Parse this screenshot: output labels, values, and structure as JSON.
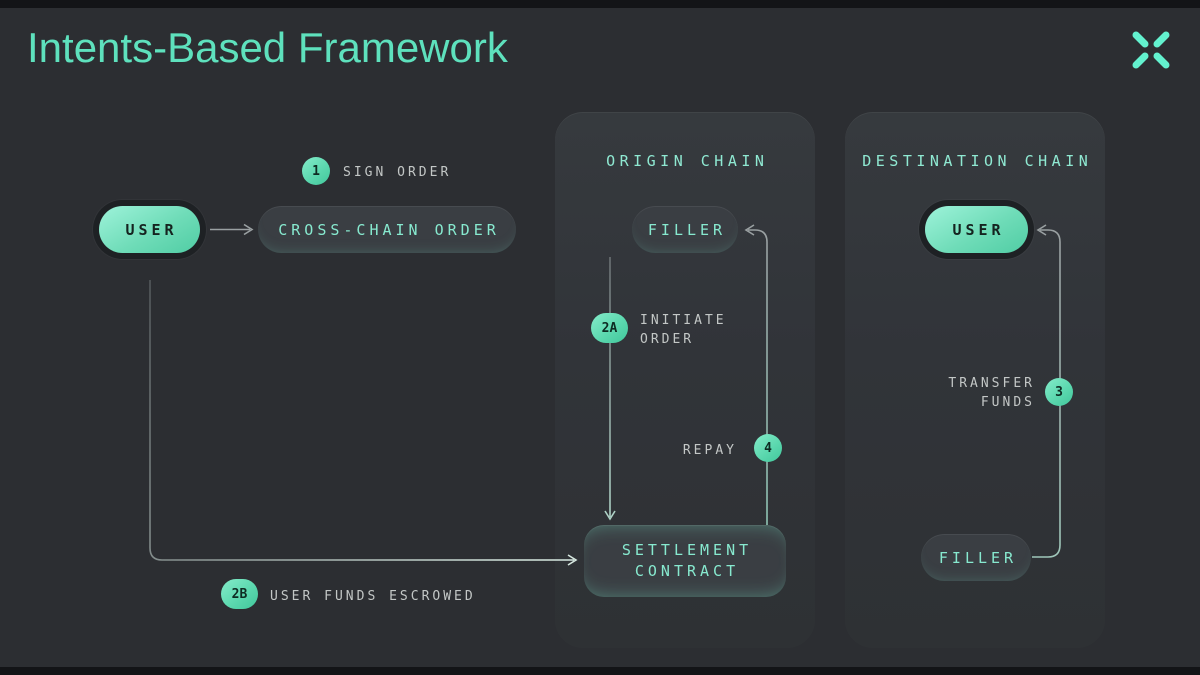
{
  "header": {
    "title": "Intents-Based Framework",
    "logo": "across-x-logo"
  },
  "flow": {
    "user_origin": "USER",
    "cross_chain_order": "CROSS-CHAIN ORDER",
    "settlement": {
      "line1": "SETTLEMENT",
      "line2": "CONTRACT"
    },
    "step1": {
      "badge": "1",
      "label": "SIGN ORDER"
    },
    "step2a": {
      "badge": "2A",
      "label_line1": "INITIATE",
      "label_line2": "ORDER"
    },
    "step2b": {
      "badge": "2B",
      "label": "USER FUNDS ESCROWED"
    },
    "step3": {
      "badge": "3",
      "label_line1": "TRANSFER",
      "label_line2": "FUNDS"
    },
    "step4": {
      "badge": "4",
      "label": "REPAY"
    }
  },
  "panels": {
    "origin": {
      "title": "ORIGIN CHAIN",
      "filler": "FILLER"
    },
    "destination": {
      "title": "DESTINATION CHAIN",
      "user": "USER",
      "filler": "FILLER"
    }
  },
  "colors": {
    "background": "#2c2e32",
    "panel": "#34383c",
    "node_background": "#3a3e43",
    "accent_teal": "#5ee1bd",
    "node_text_teal": "#87e9cf",
    "badge_teal": "#5cd8af",
    "label_gray": "#c3c7c6",
    "connector_gray": "#9aa0a2",
    "letterbox_black": "#131417"
  }
}
